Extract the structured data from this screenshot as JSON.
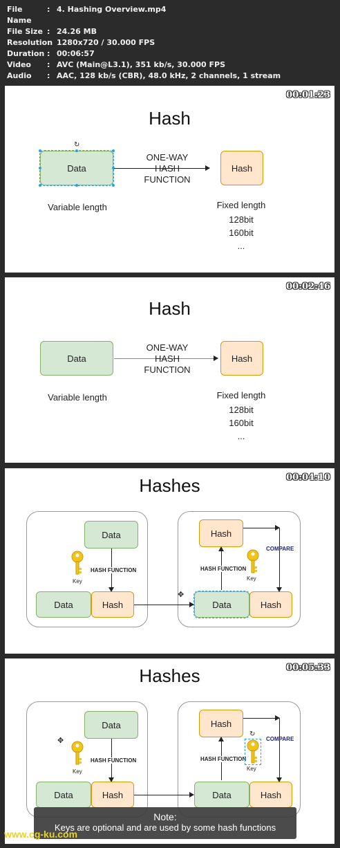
{
  "meta": {
    "rows": [
      {
        "key": "File Name",
        "value": "4. Hashing Overview.mp4"
      },
      {
        "key": "File Size",
        "value": "24.26 MB"
      },
      {
        "key": "Resolution",
        "value": "1280x720 / 30.000 FPS"
      },
      {
        "key": "Duration",
        "value": "00:06:57"
      },
      {
        "key": "Video",
        "value": "AVC (Main@L3.1), 351 kb/s, 30.000 FPS"
      },
      {
        "key": "Audio",
        "value": "AAC, 128 kb/s (CBR), 48.0 kHz, 2 channels, 1 stream"
      }
    ],
    "colon": ":"
  },
  "frames": [
    {
      "timestamp": "00:01:23",
      "title": "Hash",
      "data": "Data",
      "hash": "Hash",
      "fn": [
        "ONE-WAY",
        "HASH",
        "FUNCTION"
      ],
      "variable": "Variable length",
      "fixed": "Fixed length",
      "sizes": [
        "128bit",
        "160bit",
        "..."
      ]
    },
    {
      "timestamp": "00:02:46",
      "title": "Hash",
      "data": "Data",
      "hash": "Hash",
      "fn": [
        "ONE-WAY",
        "HASH",
        "FUNCTION"
      ],
      "variable": "Variable length",
      "fixed": "Fixed length",
      "sizes": [
        "128bit",
        "160bit",
        "..."
      ]
    },
    {
      "timestamp": "00:04:10",
      "title": "Hashes",
      "data": "Data",
      "hash": "Hash",
      "fn": "HASH FUNCTION",
      "key": "Key",
      "compare": "COMPARE"
    },
    {
      "timestamp": "00:05:33",
      "title": "Hashes",
      "data": "Data",
      "hash": "Hash",
      "fn": "HASH FUNCTION",
      "key": "Key",
      "compare": "COMPARE"
    }
  ],
  "note": {
    "title": "Note:",
    "text": "Keys are optional and are used by some hash functions"
  },
  "watermark": "www.cg-ku.com",
  "colors": {
    "green_fill": "#d5e8d4",
    "green_border": "#82b366",
    "orange_fill": "#ffe6cc",
    "orange_border": "#d79b00",
    "key": "#f0c419"
  }
}
